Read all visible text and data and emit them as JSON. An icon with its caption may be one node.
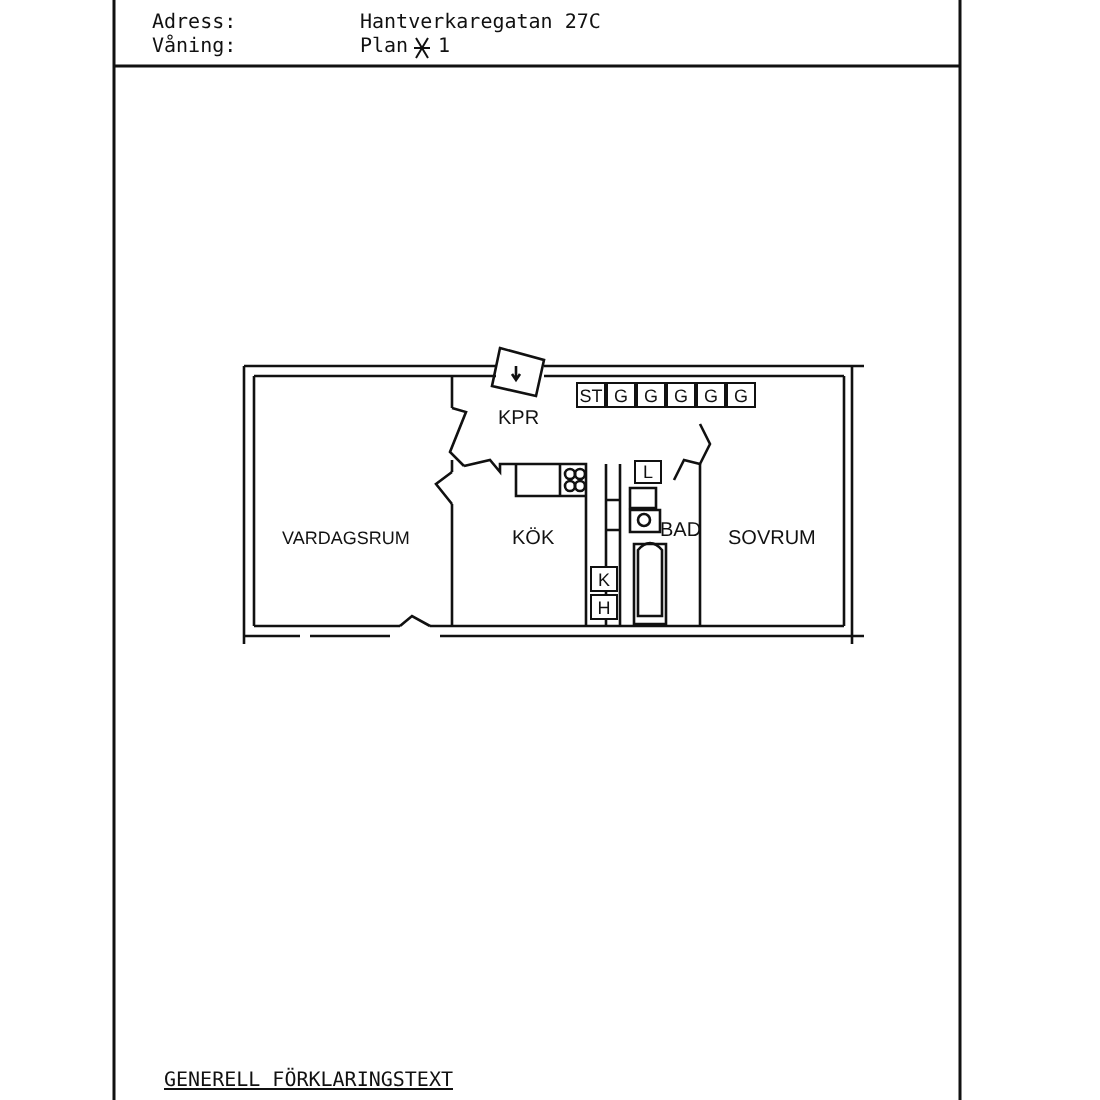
{
  "diagram": {
    "nodes": [
      {
        "text": [
          "ST"
        ]
      },
      {
        "text": [
          "G"
        ]
      },
      {
        "text": [
          "G"
        ]
      },
      {
        "text": [
          "G"
        ]
      },
      {
        "text": [
          "G"
        ]
      },
      {
        "text": [
          "G"
        ]
      },
      {
        "text": [
          "L"
        ]
      },
      {
        "text": [
          "K"
        ]
      },
      {
        "text": [
          "H"
        ]
      }
    ],
    "labels": [
      "Adress:",
      "Hantverkaregatan 27C",
      "Våning:",
      "Plan",
      "1",
      "KPR",
      "VARDAGSRUM",
      "KÖK",
      "BAD",
      "SOVRUM",
      "GENERELL FÖRKLARINGSTEXT"
    ]
  }
}
